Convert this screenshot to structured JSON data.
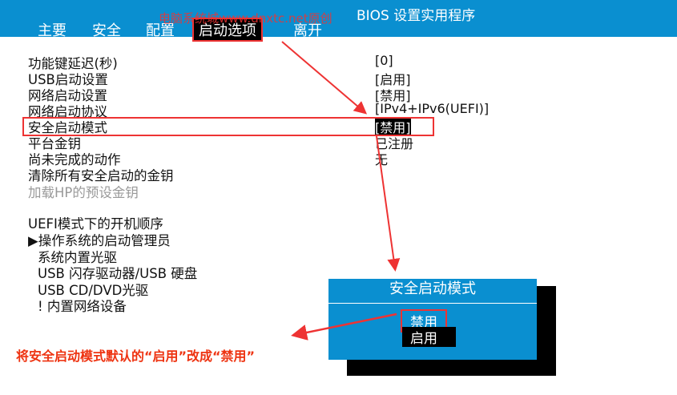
{
  "header": {
    "title": "BIOS 设置实用程序",
    "watermark": "电脑系统城www.dnxtc.net原创",
    "tabs": [
      "主要",
      "安全",
      "配置",
      "启动选项",
      "离开"
    ],
    "active_tab": 3
  },
  "settings": [
    {
      "label": "功能键延迟(秒)",
      "value": "[0]"
    },
    {
      "label": "USB启动设置",
      "value": "[启用]"
    },
    {
      "label": "网络启动设置",
      "value": "[禁用]"
    },
    {
      "label": "网络启动协议",
      "value": "[IPv4+IPv6(UEFI)]"
    },
    {
      "label": "安全启动模式",
      "value": "[禁用]"
    },
    {
      "label": "平台金钥",
      "value": "已注册"
    },
    {
      "label": "尚未完成的动作",
      "value": "无"
    },
    {
      "label": "清除所有安全启动的金钥",
      "value": ""
    },
    {
      "label": "加载HP的预设金钥",
      "value": "",
      "disabled": true
    }
  ],
  "boot_order": {
    "title": "UEFI模式下的开机顺序",
    "items": [
      "▶操作系统的启动管理员",
      "系统内置光驱",
      "USB 闪存驱动器/USB 硬盘",
      "USB CD/DVD光驱",
      "! 内置网络设备"
    ]
  },
  "popup": {
    "title": "安全启动模式",
    "options": [
      "禁用",
      "启用"
    ],
    "highlighted": 1
  },
  "annotation": {
    "note": "将安全启动模式默认的“启用”改成“禁用”",
    "color": "#e33"
  }
}
